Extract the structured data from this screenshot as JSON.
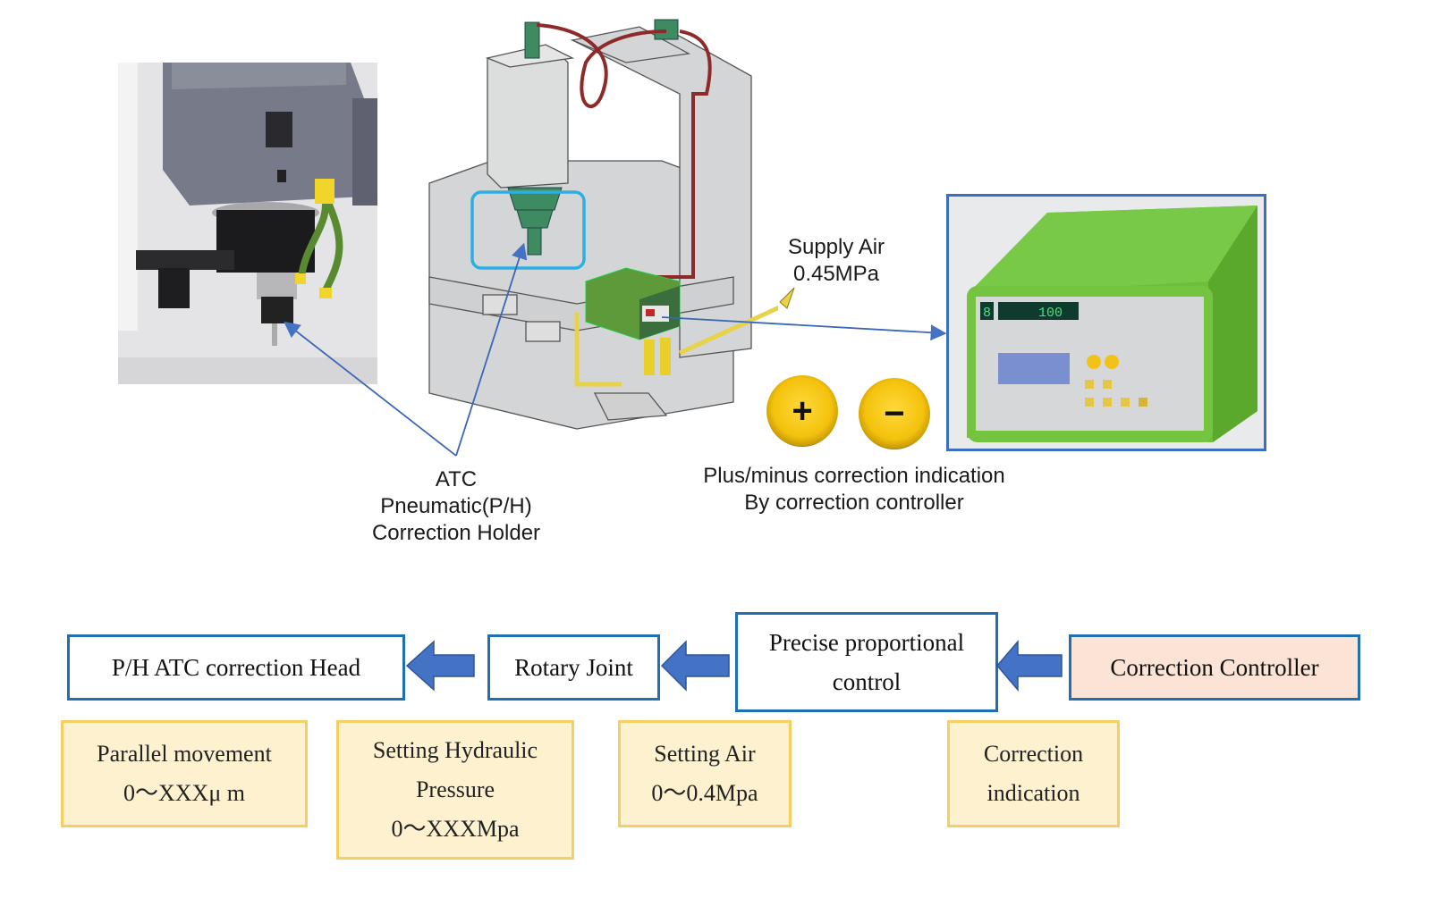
{
  "callouts": {
    "supply_air": [
      "Supply Air",
      "0.45MPa"
    ],
    "holder": [
      "ATC",
      "Pneumatic(P/H)",
      "Correction Holder"
    ],
    "plus_minus": [
      "Plus/minus correction indication",
      "By correction controller"
    ]
  },
  "buttons": {
    "plus": {
      "label": "+",
      "icon": "plus-icon"
    },
    "minus": {
      "label": "−",
      "icon": "minus-icon"
    }
  },
  "controller_display": {
    "digit": "8",
    "readout": "100"
  },
  "flow": {
    "boxes": [
      {
        "id": "head",
        "label": "P/H ATC correction Head"
      },
      {
        "id": "rotary",
        "label": "Rotary Joint"
      },
      {
        "id": "proportional",
        "label": "Precise proportional control"
      },
      {
        "id": "controller",
        "label": "Correction Controller"
      }
    ],
    "arrow_direction": "left"
  },
  "info": [
    {
      "lines": [
        "Parallel movement",
        "0～XXXμ m"
      ]
    },
    {
      "lines": [
        "Setting Hydraulic",
        "Pressure",
        "0～XXXMpa"
      ]
    },
    {
      "lines": [
        "Setting Air",
        "0～0.4Mpa"
      ]
    },
    {
      "lines": [
        "Correction",
        "indication"
      ]
    }
  ],
  "colors": {
    "flow_border": "#1f6fb4",
    "arrow_fill": "#4472c4",
    "info_fill": "#fdf1cf",
    "info_border": "#f6cf63",
    "controller_fill": "#fbe3d6",
    "highlight": "#2eaee0",
    "controller_green": "#6cbf3a"
  }
}
